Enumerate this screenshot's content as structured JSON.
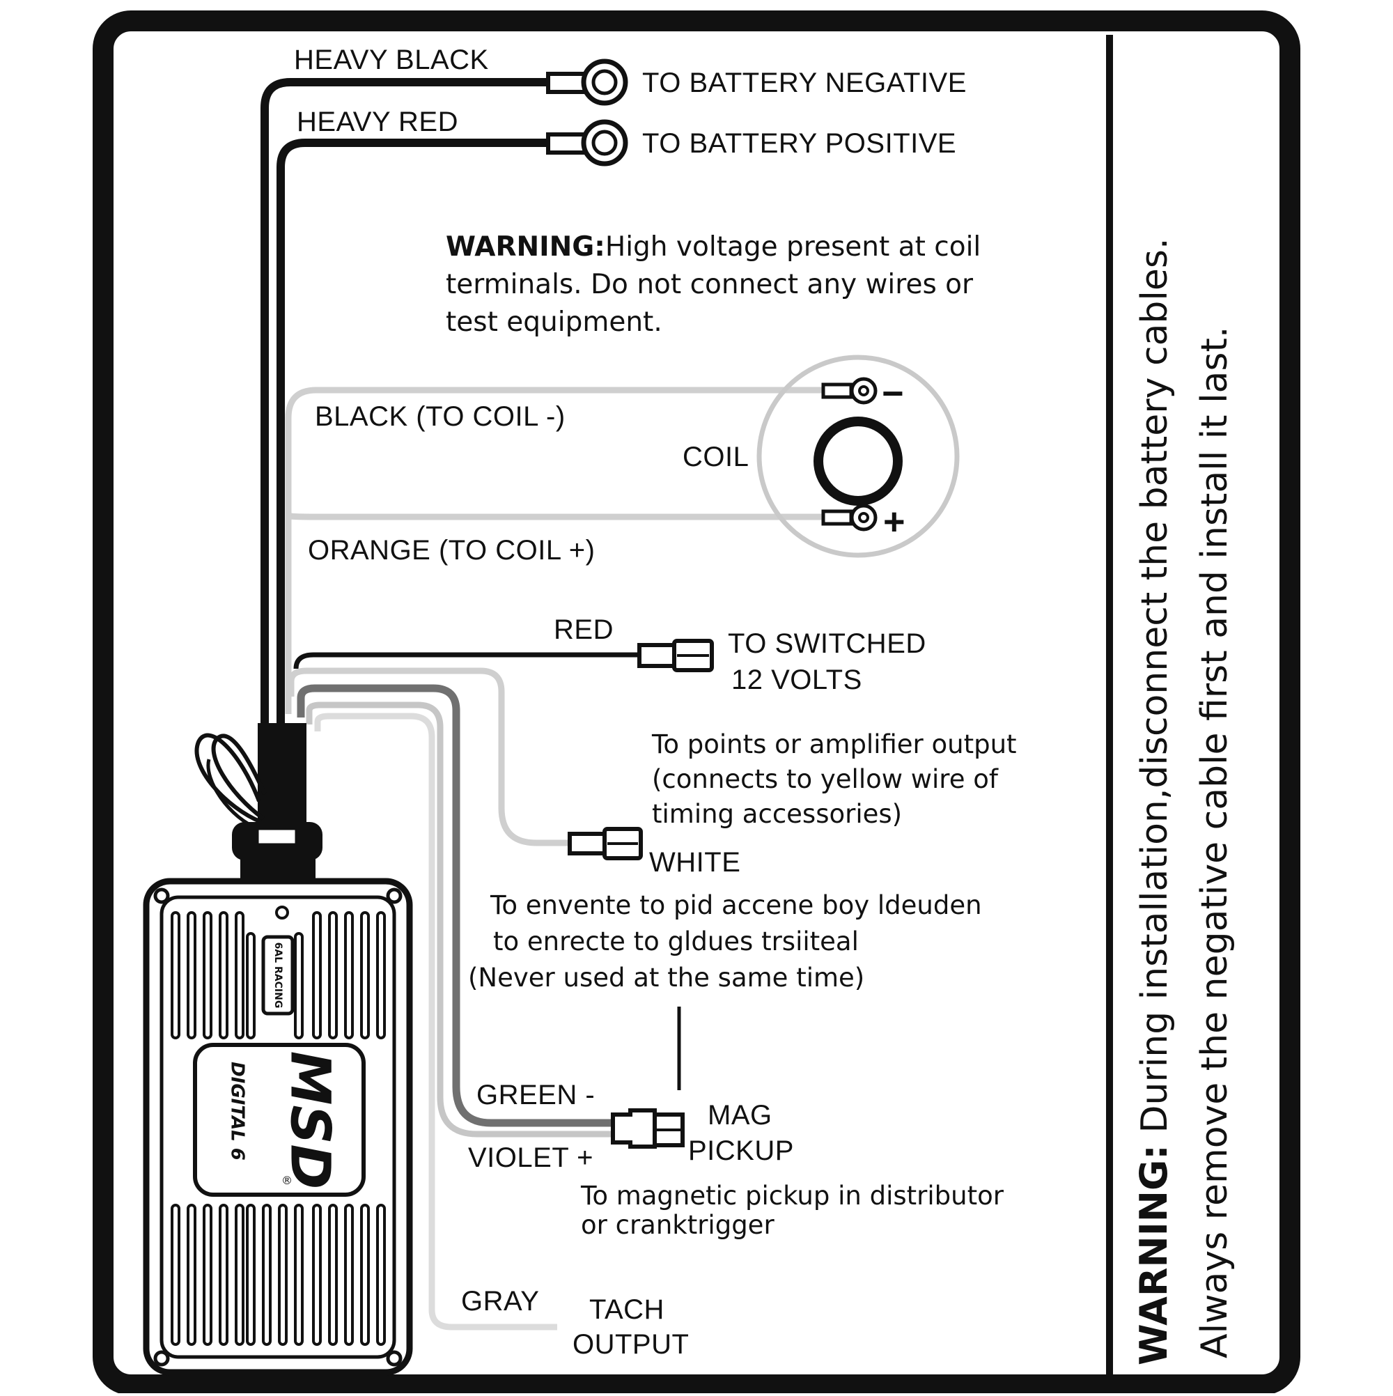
{
  "labels": {
    "heavy_black": "HEAVY BLACK",
    "heavy_red": "HEAVY RED",
    "battery_negative": "TO BATTERY NEGATIVE",
    "battery_positive": "TO BATTERY POSITIVE",
    "black_coil": "BLACK (TO COIL -)",
    "coil": "COIL",
    "orange_coil": "ORANGE (TO COIL +)",
    "red": "RED",
    "switched_line1": "TO SWITCHED",
    "switched_line2": "12 VOLTS",
    "white": "WHITE",
    "green": "GREEN -",
    "violet": "VIOLET +",
    "mag_line1": "MAG",
    "mag_line2": "PICKUP",
    "gray": "GRAY",
    "tach_line1": "TACH",
    "tach_line2": "OUTPUT",
    "coil_minus": "−",
    "coil_plus": "+"
  },
  "notes": {
    "coil_warning_bold": "WARNING:",
    "coil_warning_line1": "High voltage present at coil",
    "coil_warning_line2": "terminals. Do not connect any wires or",
    "coil_warning_line3": "test equipment.",
    "points_line1": "To points or amplifier output",
    "points_line2": "(connects to yellow wire of",
    "points_line3": "timing accessories)",
    "middle_line1": "To envente to pid accene boy ldeuden",
    "middle_line2": "to enrecte to gldues trsiiteal",
    "middle_line3": "(Never used at the same time)",
    "mag_note_line1": "To magnetic pickup in distributor",
    "mag_note_line2": "or cranktrigger"
  },
  "side_warning": {
    "bold": "WARNING:",
    "line1": "During installation,disconnect the battery cables.",
    "line2": "Always remove the negative cable first and install it last."
  },
  "box": {
    "brand": "MSD",
    "model": "DIGITAL 6",
    "badge": "6AL RACING",
    "registered": "®"
  },
  "colors": {
    "frame": "#111111",
    "black_wire": "#111111",
    "light_wire": "#c9c9c9",
    "gray_wire": "#dcdcdc",
    "green_wire": "#6e6e6e"
  }
}
